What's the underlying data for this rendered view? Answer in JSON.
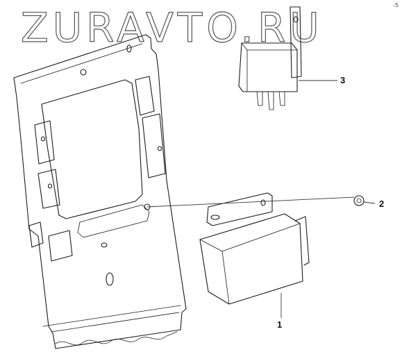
{
  "watermark": {
    "text": "ZURAVTO.RU"
  },
  "corner_mark": "-5",
  "callouts": [
    {
      "id": "1",
      "label": "1"
    },
    {
      "id": "2",
      "label": "2"
    },
    {
      "id": "3",
      "label": "3"
    }
  ]
}
